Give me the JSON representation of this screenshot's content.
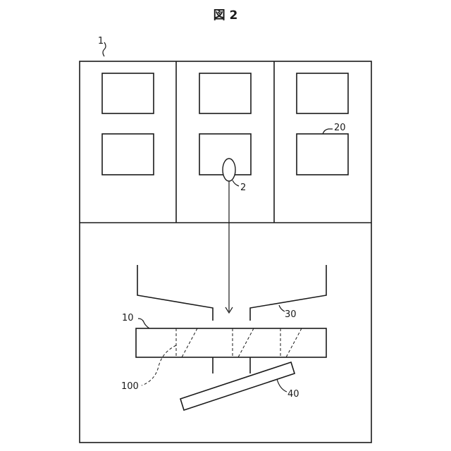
{
  "figure": {
    "title": "図 2"
  },
  "labels": {
    "device": "1",
    "droplet": "2",
    "cell": "20",
    "stage": "10",
    "nozzle": "30",
    "region": "100",
    "plate": "40"
  }
}
